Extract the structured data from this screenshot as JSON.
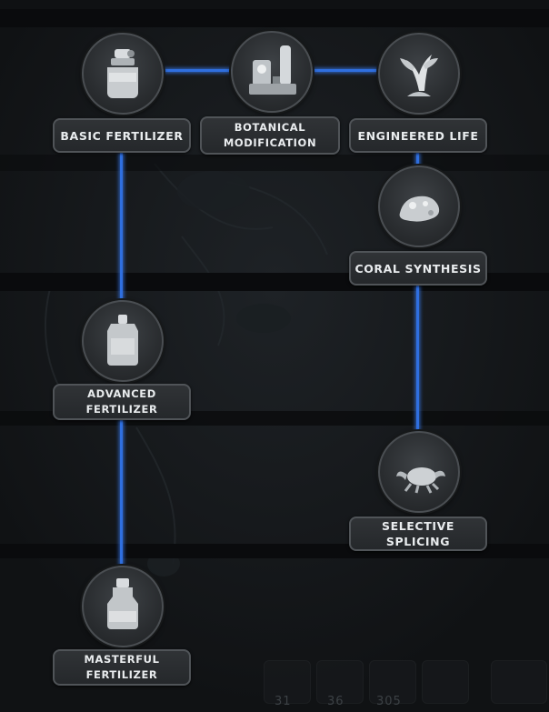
{
  "nodes": [
    {
      "id": "basic_fertilizer",
      "label": "BASIC FERTILIZER",
      "icon": "fertilizer-jar-icon"
    },
    {
      "id": "botanical_modification",
      "label": "BOTANICAL\nMODIFICATION",
      "icon": "lab-equipment-icon"
    },
    {
      "id": "engineered_life",
      "label": "ENGINEERED LIFE",
      "icon": "alien-plant-icon"
    },
    {
      "id": "coral_synthesis",
      "label": "CORAL SYNTHESIS",
      "icon": "coral-icon"
    },
    {
      "id": "advanced_fertilizer",
      "label": "ADVANCED\nFERTILIZER",
      "icon": "fertilizer-canister-icon"
    },
    {
      "id": "selective_splicing",
      "label": "SELECTIVE SPLICING",
      "icon": "crab-creature-icon"
    },
    {
      "id": "masterful_fertilizer",
      "label": "MASTERFUL\nFERTILIZER",
      "icon": "fertilizer-bottle-icon"
    }
  ],
  "hotbar": {
    "counts": [
      "31",
      "36",
      "305"
    ]
  },
  "colors": {
    "connector": "#2f6fe0",
    "background": "#14171a",
    "label_text": "#e9ecee"
  }
}
